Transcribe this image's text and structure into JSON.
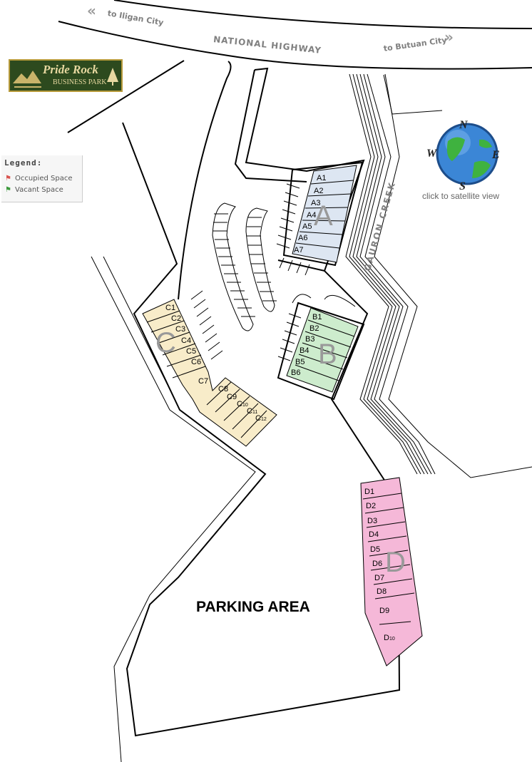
{
  "roads": {
    "highway": "NATIONAL   HIGHWAY",
    "to_iligan": "to Iligan City",
    "to_butuan": "to Butuan City",
    "creek": "GAURON CREEK",
    "iligan_arrow": "«",
    "butuan_arrow": "»"
  },
  "logo": {
    "title": "Pride Rock",
    "subtitle": "BUSINESS PARK"
  },
  "legend": {
    "title": "Legend:",
    "items": [
      {
        "label": "Occupied Space",
        "icon": "red-flag-icon",
        "color": "#d9534f"
      },
      {
        "label": "Vacant Space",
        "icon": "green-flag-icon",
        "color": "#3c9a3c"
      }
    ]
  },
  "globe": {
    "caption": "click to satellite view",
    "compass": {
      "n": "N",
      "e": "E",
      "s": "S",
      "w": "W"
    }
  },
  "parking_label": "PARKING AREA",
  "zones": {
    "A": {
      "letter": "A",
      "color": "#dde6f2",
      "units": [
        "A1",
        "A2",
        "A3",
        "A4",
        "A5",
        "A6",
        "A7"
      ]
    },
    "B": {
      "letter": "B",
      "color": "#cdeccd",
      "units": [
        "B1",
        "B2",
        "B3",
        "B4",
        "B5",
        "B6"
      ]
    },
    "C": {
      "letter": "C",
      "color": "#f8ecc9",
      "units": [
        "C1",
        "C2",
        "C3",
        "C4",
        "C5",
        "C6",
        "C7",
        "C8",
        "C9"
      ],
      "units_small": [
        {
          "base": "C",
          "sub": "10"
        },
        {
          "base": "C",
          "sub": "11"
        },
        {
          "base": "C",
          "sub": "12"
        }
      ]
    },
    "D": {
      "letter": "D",
      "color": "#f5b8d8",
      "units": [
        "D1",
        "D2",
        "D3",
        "D4",
        "D5",
        "D6",
        "D7",
        "D8",
        "D9"
      ],
      "units_small": [
        {
          "base": "D",
          "sub": "10"
        }
      ]
    }
  }
}
